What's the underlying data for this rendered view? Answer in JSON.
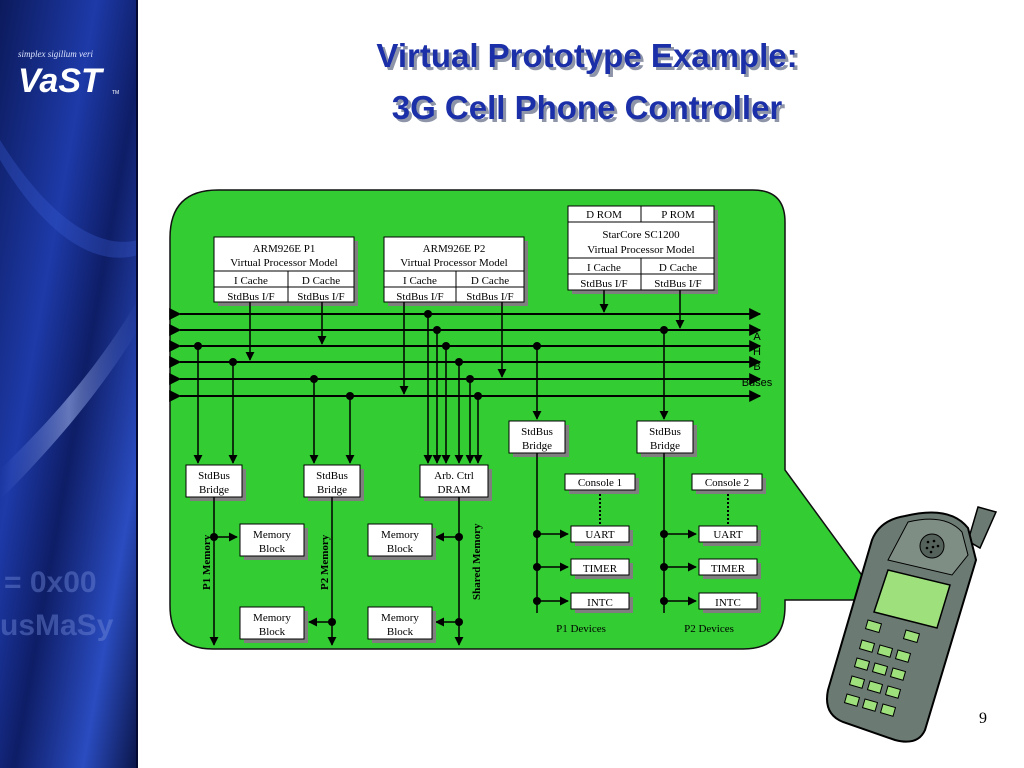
{
  "slide": {
    "title_line1": "Virtual Prototype Example:",
    "title_line2": "3G Cell Phone Controller",
    "page_number": "9"
  },
  "logo": {
    "tagline": "simplex sigillum veri",
    "brand": "VaST",
    "tm": "TM"
  },
  "sidebar_watermark": {
    "line1": "= 0x00",
    "line2": "usMaSy"
  },
  "diagram": {
    "p1_proc": {
      "name": "ARM926E    P1",
      "model": "Virtual Processor Model",
      "icache": "I Cache",
      "dcache": "D Cache",
      "if_left": "StdBus I/F",
      "if_right": "StdBus I/F"
    },
    "p2_proc": {
      "name": "ARM926E    P2",
      "model": "Virtual Processor Model",
      "icache": "I Cache",
      "dcache": "D Cache",
      "if_left": "StdBus I/F",
      "if_right": "StdBus I/F"
    },
    "dsp_proc": {
      "drom": "D ROM",
      "prom": "P ROM",
      "name": "StarCore SC1200",
      "model": "Virtual Processor Model",
      "icache": "I Cache",
      "dcache": "D Cache",
      "if_left": "StdBus I/F",
      "if_right": "StdBus I/F"
    },
    "bus_label": {
      "a": "A",
      "h": "H",
      "b": "B",
      "buses": "Buses"
    },
    "bridge_p1": {
      "line1": "StdBus",
      "line2": "Bridge"
    },
    "bridge_p2": {
      "line1": "StdBus",
      "line2": "Bridge"
    },
    "arb_ctrl": {
      "line1": "Arb. Ctrl",
      "line2": "DRAM"
    },
    "bridge_dev1": {
      "line1": "StdBus",
      "line2": "Bridge"
    },
    "bridge_dev2": {
      "line1": "StdBus",
      "line2": "Bridge"
    },
    "mem_p1_top": {
      "line1": "Memory",
      "line2": "Block"
    },
    "mem_p1_bottom": {
      "line1": "Memory",
      "line2": "Block"
    },
    "mem_shared_top": {
      "line1": "Memory",
      "line2": "Block"
    },
    "mem_shared_bottom": {
      "line1": "Memory",
      "line2": "Block"
    },
    "label_p1_memory": "P1 Memory",
    "label_p2_memory": "P2 Memory",
    "label_shared_memory": "Shared Memory",
    "console1": "Console 1",
    "console2": "Console 2",
    "uart1": "UART",
    "timer1": "TIMER",
    "intc1": "INTC",
    "uart2": "UART",
    "timer2": "TIMER",
    "intc2": "INTC",
    "p1_devices": "P1 Devices",
    "p2_devices": "P2 Devices"
  },
  "colors": {
    "diagram_bg": "#33cc33",
    "box_fill": "#ffffff",
    "title_blue": "#1a2fa8",
    "sidebar_dark": "#0a1446",
    "phone_body": "#6b7a72",
    "phone_screen": "#9ee07c",
    "phone_keys": "#9ee07c"
  }
}
